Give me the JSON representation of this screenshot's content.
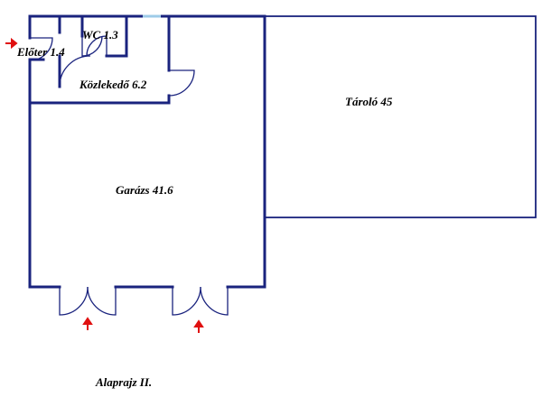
{
  "plan": {
    "caption": "Alaprajz II.",
    "rooms": {
      "eloter": "Előter 1.4",
      "wc": "WC 1.3",
      "kozlekedo": "Közlekedő 6.2",
      "garazs": "Garázs 41.6",
      "tarolo": "Tároló 45"
    },
    "colors": {
      "wall": "#1a237e",
      "arrow": "#e01010",
      "window": "#9ecbe8"
    },
    "icons": [
      "entrance-arrow-icon",
      "door-swing-icon"
    ]
  }
}
